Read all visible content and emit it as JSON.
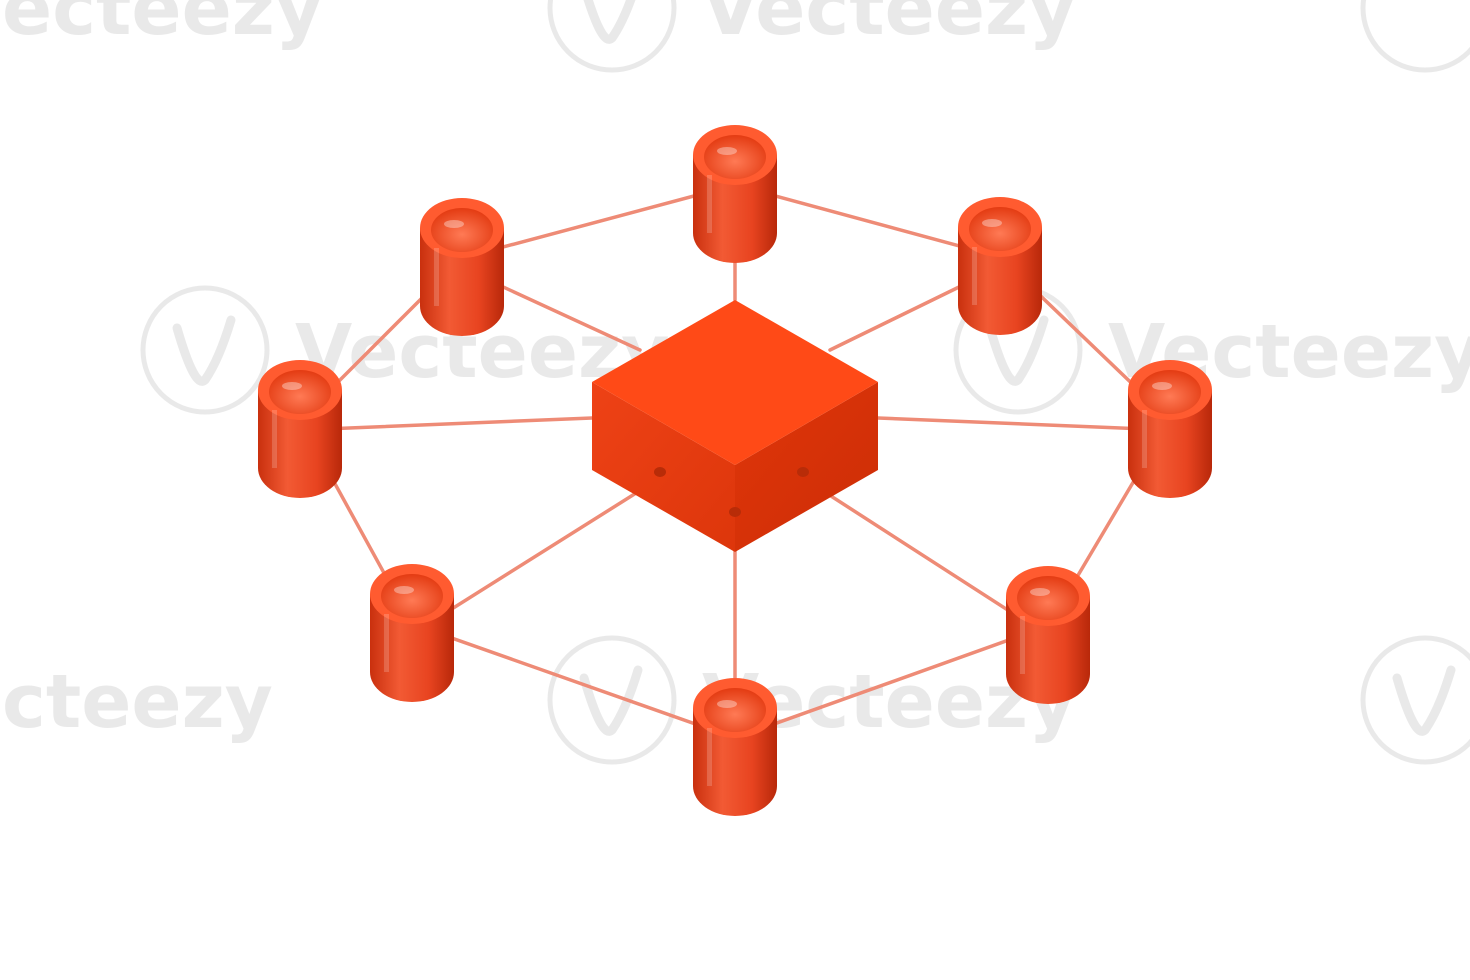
{
  "watermark": {
    "text": "Vecteezy",
    "clipped_text": "ecteezy",
    "left_clipped_text": "cteezy",
    "icon": "vecteezy-v-logo-icon",
    "color": "#d8d8d8"
  },
  "colors": {
    "background": "#ffffff",
    "hub_top": "#ff4a17",
    "hub_left": "#e63a0c",
    "hub_right": "#d93008",
    "node_body": "#ee4b24",
    "node_body_dark": "#c9300e",
    "node_rim": "#ff5b30",
    "node_hole": "#ff6a45",
    "link": "#ee8b76",
    "port": "#b82c08"
  },
  "icons": {
    "hub": "cube-hub-icon",
    "node": "cylinder-node-icon",
    "link": "connection-link"
  }
}
